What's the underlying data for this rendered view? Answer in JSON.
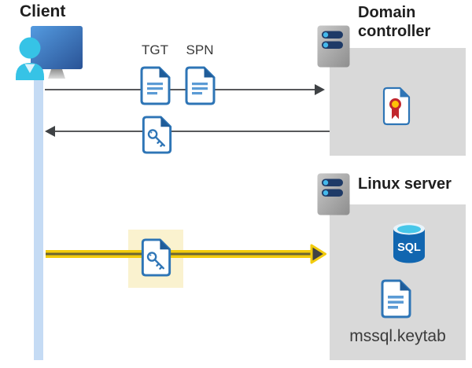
{
  "client": {
    "label": "Client"
  },
  "tickets": {
    "tgt": "TGT",
    "spn": "SPN"
  },
  "domain_controller": {
    "label": "Domain controller"
  },
  "linux_server": {
    "label": "Linux server",
    "database": "SQL",
    "keytab_file": "mssql.keytab"
  },
  "colors": {
    "doc_border_blue": "#2E75B6",
    "doc_fold_blue": "#1F5C99",
    "doc_line_blue": "#5B9BD5",
    "box_gray": "#D9D9D9",
    "lifeline_blue": "#C5DBF4",
    "arrow_gray": "#58595B",
    "highlight_yellow": "#F2CB0D",
    "highlight_bg": "#FAF2CF",
    "sql_body_blue": "#1166B0",
    "sql_top_cyan": "#47C7E9",
    "cert_red": "#C1272D",
    "cert_gold": "#FFC107",
    "server_bar_navy": "#1E3A67",
    "person_cyan": "#36C3E6"
  }
}
